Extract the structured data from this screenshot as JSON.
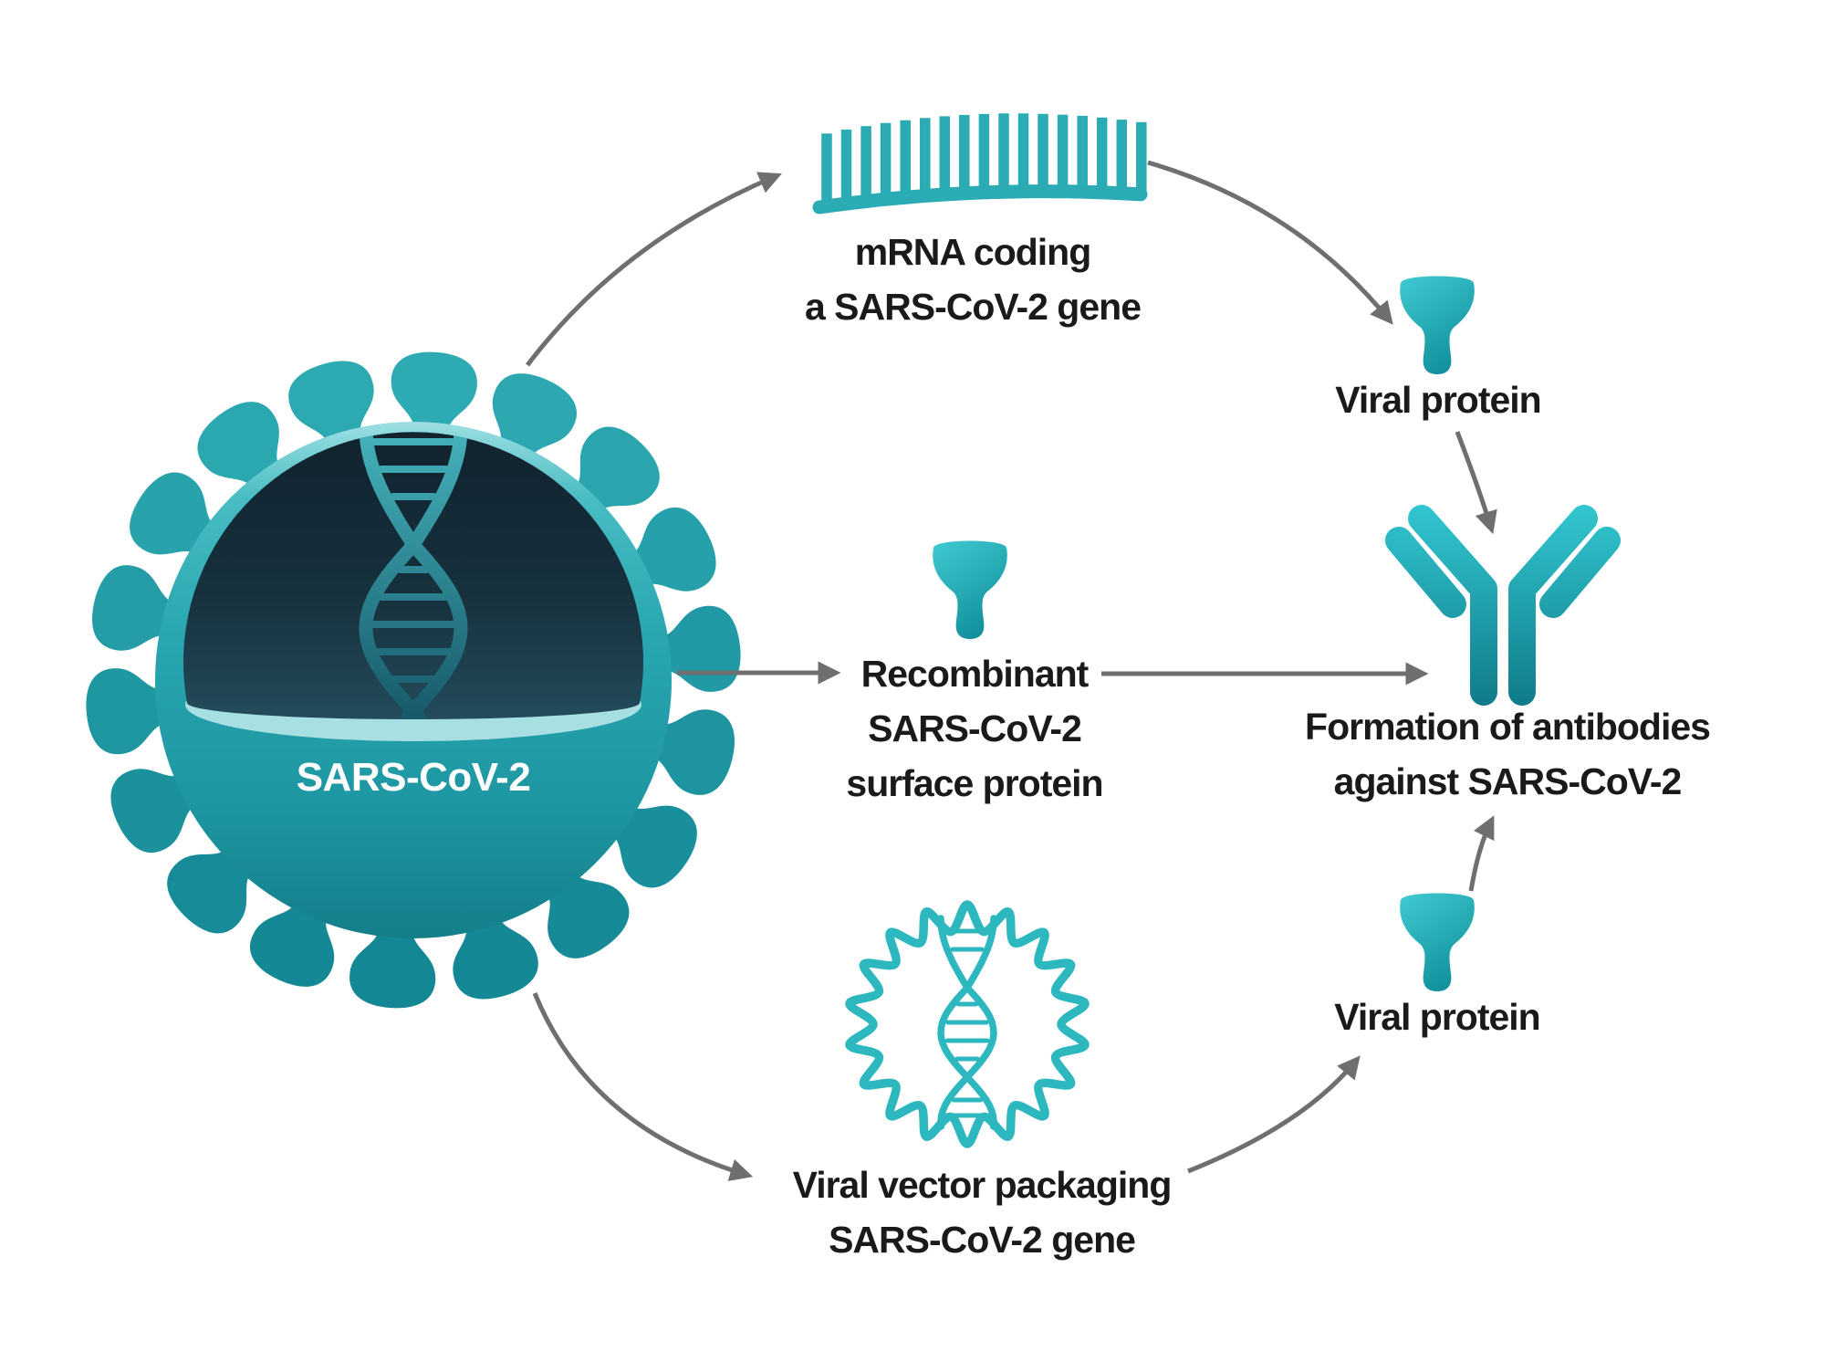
{
  "virus": {
    "label": "SARS-CoV-2"
  },
  "branches": {
    "mrna": {
      "lines": [
        "mRNA coding",
        "a SARS-CoV-2 gene"
      ]
    },
    "recombinant": {
      "lines": [
        "Recombinant",
        "SARS-CoV-2",
        "surface protein"
      ]
    },
    "viral_vector": {
      "lines": [
        "Viral vector packaging",
        "SARS-CoV-2 gene"
      ]
    }
  },
  "outputs": {
    "viral_protein_top": "Viral protein",
    "viral_protein_bottom": "Viral protein",
    "antibody": {
      "lines": [
        "Formation of antibodies",
        "against SARS-CoV-2"
      ]
    }
  },
  "icons": {
    "virus": "sars-cov-2-virion-icon",
    "mrna": "mrna-strand-icon",
    "viral_vector": "viral-vector-capsid-dna-icon",
    "viral_protein": "viral-protein-spike-icon",
    "antibody": "antibody-y-icon",
    "arrow": "gray-curved-arrow"
  },
  "colors": {
    "teal": "#2aa9b2",
    "teal_dark": "#137e8a",
    "teal_light": "#a8dfe2",
    "teal_outline": "#2cb8be",
    "dome_dark": "#132b37",
    "arrow_gray": "#6f6f6f",
    "text_black": "#1a1a1a",
    "virus_label_white": "#ffffff"
  }
}
